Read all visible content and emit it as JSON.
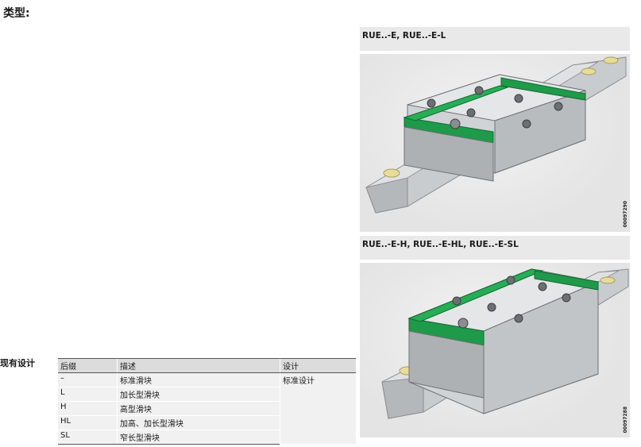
{
  "heading": "类型:",
  "side_label": "现有设计",
  "figures": [
    {
      "caption": "RUE..-E, RUE..-E-L",
      "code": "00097290"
    },
    {
      "caption": "RUE..-E-H, RUE..-E-HL, RUE..-E-SL",
      "code": "00097288"
    }
  ],
  "table": {
    "headers": [
      "后缀",
      "描述",
      "设计"
    ],
    "rows": [
      [
        "–",
        "标准滑块"
      ],
      [
        "L",
        "加长型滑块"
      ],
      [
        "H",
        "高型滑块"
      ],
      [
        "HL",
        "加高、加长型滑块"
      ],
      [
        "SL",
        "窄长型滑块"
      ]
    ],
    "design_value": "标准设计"
  },
  "colors": {
    "seal_green": "#1f9a4a",
    "steel": "#c9ccce",
    "rail_bronze": "#e8dc9a"
  }
}
